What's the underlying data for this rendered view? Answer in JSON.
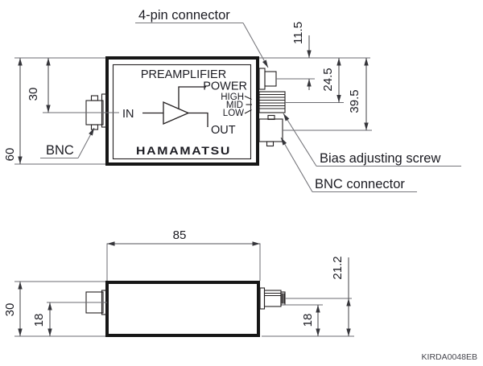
{
  "colors": {
    "drawing_line": "#231f20",
    "thick_outline": "#161616",
    "dimension_line": "#515157",
    "leader_line": "#77777c",
    "text": "#1b1b22",
    "background": "#ffffff"
  },
  "front_view": {
    "panel": {
      "title": "PREAMPLIFIER",
      "power": "POWER",
      "gain_high": "HIGH",
      "gain_mid": "MID",
      "gain_low": "LOW",
      "input": "IN",
      "output": "OUT",
      "brand": "HAMAMATSU"
    },
    "callouts": {
      "four_pin": "4-pin connector",
      "bias_screw": "Bias adjusting screw",
      "bnc_right": "BNC connector",
      "bnc_left": "BNC"
    },
    "dimensions": {
      "height": "60",
      "input_center_from_top": "30",
      "four_pin_from_top": "11.5",
      "bias_screw_from_top": "24.5",
      "bnc_from_top": "39.5"
    }
  },
  "side_view": {
    "dimensions": {
      "length": "85",
      "width": "30",
      "input_center_from_bottom": "18",
      "connector_line_from_bottom": "18",
      "connector_center_from_bottom": "21.2"
    }
  },
  "footer": {
    "code": "KIRDA0048EB"
  }
}
